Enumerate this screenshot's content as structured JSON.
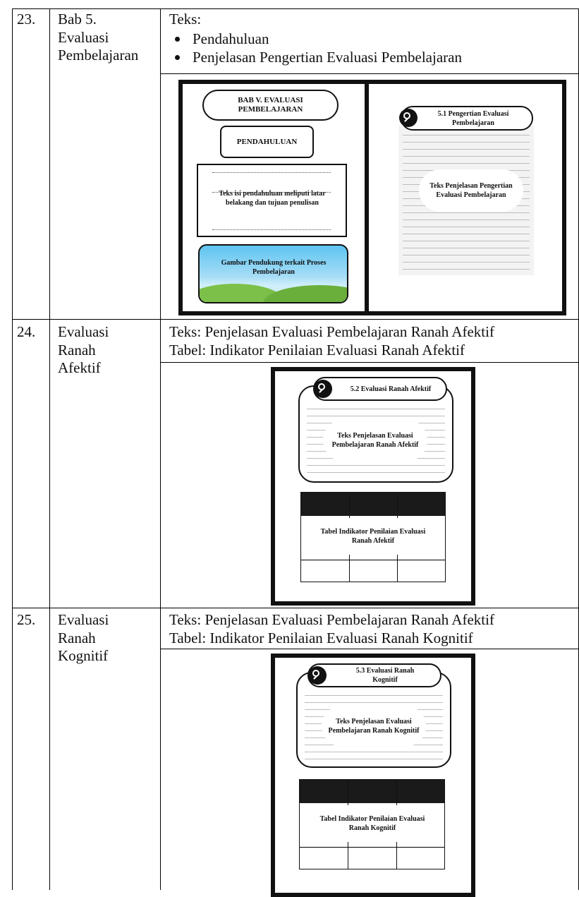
{
  "rows": [
    {
      "number": "23.",
      "title": "Bab 5.\nEvaluasi\nPembelajaran",
      "text_label": "Teks:",
      "bullets": [
        "Pendahuluan",
        "Penjelasan Pengertian Evaluasi Pembelajaran"
      ],
      "mockup": {
        "chapter_title": "BAB V. EVALUASI PEMBELAJARAN",
        "intro_heading": "PENDAHULUAN",
        "intro_text": "Teks isi pendahuluan meliputi latar belakang dan tujuan penulisan",
        "image_caption": "Gambar Pendukung terkait Proses Pembelajaran",
        "section_heading": "5.1 Pengertian Evaluasi Pembelajaran",
        "section_text": "Teks Penjelasan Pengertian Evaluasi Pembelajaran"
      }
    },
    {
      "number": "24.",
      "title": "Evaluasi\nRanah\nAfektif",
      "line1": "Teks: Penjelasan Evaluasi Pembelajaran Ranah Afektif",
      "line2": "Tabel: Indikator Penilaian Evaluasi Ranah Afektif",
      "mockup": {
        "section_heading": "5.2 Evaluasi Ranah Afektif",
        "section_text": "Teks Penjelasan Evaluasi Pembelajaran Ranah Afektif",
        "table_label": "Tabel Indikator Penilaian Evaluasi Ranah Afektif"
      }
    },
    {
      "number": "25.",
      "title": "Evaluasi\nRanah\nKognitif",
      "line1": "Teks: Penjelasan Evaluasi Pembelajaran Ranah Afektif",
      "line2": "Tabel: Indikator Penilaian Evaluasi Ranah Kognitif",
      "mockup": {
        "section_heading": "5.3 Evaluasi Ranah Kognitif",
        "section_text": "Teks Penjelasan Evaluasi Pembelajaran Ranah Kognitif",
        "table_label": "Tabel Indikator Penilaian Evaluasi Ranah Kognitif"
      }
    }
  ]
}
